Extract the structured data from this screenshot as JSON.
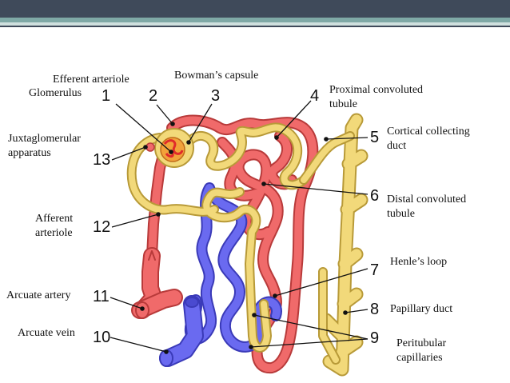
{
  "labels": {
    "efferent_arteriole": "Efferent arteriole",
    "glomerulus": "Glomerulus",
    "bowmans_capsule": "Bowman’s capsule",
    "proximal_tubule_1": "Proximal convoluted",
    "proximal_tubule_2": "tubule",
    "juxtaglomerular_1": "Juxtaglomerular",
    "juxtaglomerular_2": "apparatus",
    "cortical_duct_1": "Cortical collecting",
    "cortical_duct_2": "duct",
    "distal_tubule_1": "Distal convoluted",
    "distal_tubule_2": "tubule",
    "afferent_1": "Afferent",
    "afferent_2": "arteriole",
    "henles_loop": "Henle’s loop",
    "arcuate_artery": "Arcuate artery",
    "papillary_duct": "Papillary duct",
    "arcuate_vein": "Arcuate vein",
    "peritubular_1": "Peritubular",
    "peritubular_2": "capillaries"
  },
  "numbers": {
    "n1": "1",
    "n2": "2",
    "n3": "3",
    "n4": "4",
    "n5": "5",
    "n6": "6",
    "n7": "7",
    "n8": "8",
    "n9": "9",
    "n10": "10",
    "n11": "11",
    "n12": "12",
    "n13": "13"
  },
  "colors": {
    "header_dark": "#3f4a5a",
    "header_teal": "#7fa9a6",
    "artery_red": "#f06a6a",
    "artery_outline": "#b83a3a",
    "vein_blue": "#6a6af0",
    "vein_outline": "#3a3ab8",
    "tubule_yellow": "#f2d97a",
    "tubule_outline": "#b89a38",
    "glomerulus_orange": "#f2a23a"
  }
}
